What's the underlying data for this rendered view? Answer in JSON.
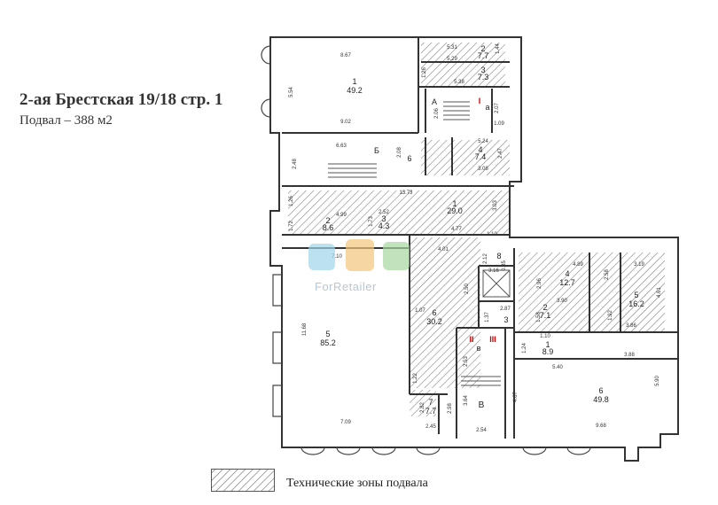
{
  "header": {
    "title": "2-ая Брестская 19/18 стр. 1",
    "subtitle": "Подвал – 388 м2"
  },
  "legend": {
    "label": "Технические зоны подвала"
  },
  "watermark": {
    "text": "ForRetailer",
    "colors": [
      "#9fd6e8",
      "#f4c77a",
      "#a8d8a0"
    ]
  },
  "colors": {
    "wall": "#333333",
    "hatch": "#555555",
    "background": "#ffffff",
    "stair_marker": "#cc0000"
  },
  "rooms": {
    "r1_top": {
      "num": "1",
      "area": "49.2"
    },
    "r2_top": {
      "num": "2",
      "area": "7.7"
    },
    "r3_top": {
      "num": "3",
      "area": "7.3"
    },
    "rA": {
      "num": "А"
    },
    "ra": {
      "num": "а"
    },
    "rB_top": {
      "num": "Б"
    },
    "r6_small": {
      "num": "6"
    },
    "r4_top": {
      "num": "4",
      "area": "7.4"
    },
    "r1_mid": {
      "num": "1",
      "area": "29.0"
    },
    "r2_mid": {
      "num": "2",
      "area": "8.6"
    },
    "r3_mid": {
      "num": "3",
      "area": "4.3"
    },
    "r8": {
      "num": "8"
    },
    "r4_right": {
      "num": "4",
      "area": "12.7"
    },
    "r5_right": {
      "num": "5",
      "area": "16.2"
    },
    "r2_right": {
      "num": "2",
      "area": "7.1"
    },
    "r3_right": {
      "num": "3"
    },
    "r1_right": {
      "num": "1",
      "area": "8.9"
    },
    "r5_big": {
      "num": "5",
      "area": "85.2"
    },
    "r6_mid": {
      "num": "6",
      "area": "30.2"
    },
    "r7": {
      "num": "7",
      "area": "7.7"
    },
    "rV_lower": {
      "num": "В"
    },
    "rV_small": {
      "num": "в"
    },
    "r6_big": {
      "num": "6",
      "area": "49.8"
    }
  },
  "stairs_markers": {
    "m1": "I",
    "m2": "II",
    "m3": "III"
  },
  "dims": {
    "d1": "8.67",
    "d2": "5.54",
    "d3": "9.02",
    "d4": "5.31",
    "d5": "1.44",
    "d6": "5.29",
    "d7": "1.26",
    "d8": "5.38",
    "d9": "2.06",
    "d10": "2.07",
    "d11": "1.09",
    "d12": "6.63",
    "d13": "2.48",
    "d14": "2.08",
    "d15": "5.24",
    "d16": "2.47",
    "d17": "3.08",
    "d18": "13.73",
    "d19": "1.26",
    "d20": "1.72",
    "d21": "4.99",
    "d22": "2.52",
    "d23": "1.73",
    "d24": "3.03",
    "d25": "1.10",
    "d26": "4.77",
    "d27": "4.01",
    "d28": "7.10",
    "d29": "2.12",
    "d30": "3.16",
    "d31": "0.85",
    "d32": "4.89",
    "d33": "3.19",
    "d34": "2.96",
    "d35": "2.58",
    "d36": "4.61",
    "d37": "2.50",
    "d38": "1.07",
    "d39": "2.87",
    "d40": "1.37",
    "d41": "1.58",
    "d42": "3.90",
    "d43": "1.92",
    "d44": "3.86",
    "d45": "11.68",
    "d46": "1.10",
    "d47": "1.24",
    "d48": "2.53",
    "d49": "5.40",
    "d50": "3.88",
    "d51": "1.22",
    "d52": "4.67",
    "d53": "5.90",
    "d54": "3.64",
    "d55": "2.82",
    "d56": "2.98",
    "d57": "7.09",
    "d58": "2.45",
    "d59": "2.54",
    "d60": "9.68"
  }
}
